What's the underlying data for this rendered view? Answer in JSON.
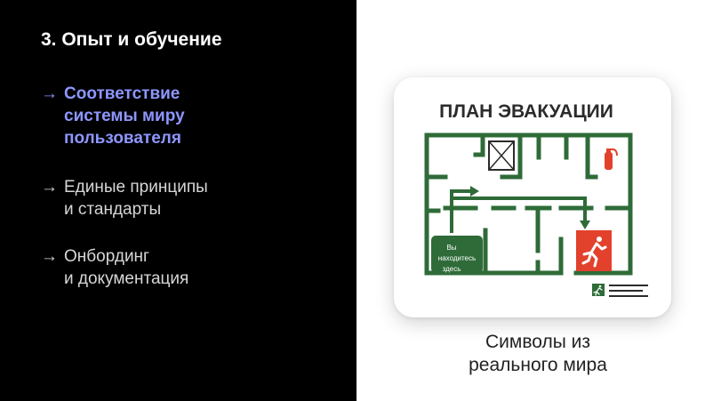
{
  "slide": {
    "section_title": "3. Опыт и обучение",
    "topics": [
      {
        "arrow": "→",
        "label": "Соответствие\nсистемы миру\nпользователя",
        "active": true
      },
      {
        "arrow": "→",
        "label": "Единые принципы\nи стандарты",
        "active": false
      },
      {
        "arrow": "→",
        "label": "Онбординг\nи документация",
        "active": false
      }
    ],
    "illustration": {
      "title": "ПЛАН ЭВАКУАЦИИ",
      "you_are_here": [
        "Вы",
        "находитесь",
        "здесь"
      ],
      "icons": [
        "elevator-icon",
        "fire-extinguisher-icon",
        "emergency-exit-icon",
        "running-man-icon"
      ]
    },
    "caption": [
      "Символы из",
      "реального мира"
    ]
  },
  "colors": {
    "background_dark": "#000000",
    "accent": "#8e96ff",
    "wall_green": "#2e6b38",
    "exit_red": "#e2412b"
  }
}
